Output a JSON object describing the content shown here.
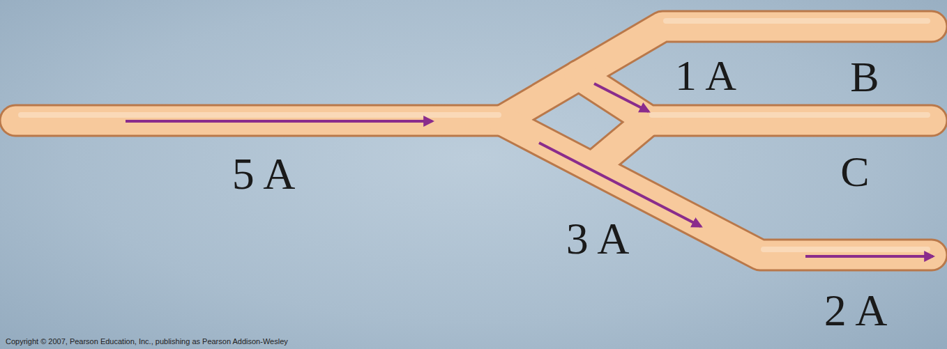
{
  "diagram": {
    "labels": [
      "5 A",
      "1 A",
      "B",
      "C",
      "3 A",
      "2 A",
      "Copyright © 2007, Pearson Education, Inc., publishing as Pearson Addison-Wesley"
    ]
  }
}
